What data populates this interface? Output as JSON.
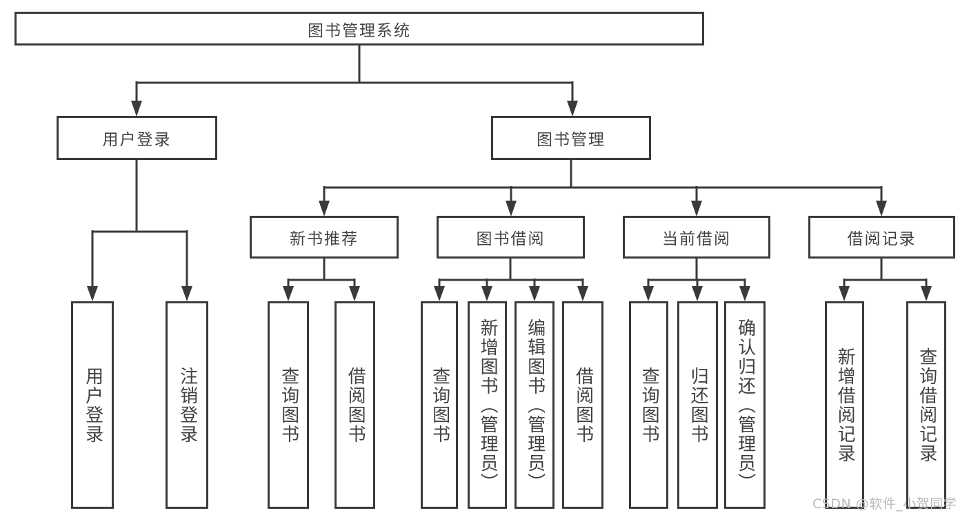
{
  "colors": {
    "line": "#3a3a3a",
    "text": "#424242",
    "box_bg": "#ffffff",
    "page_bg": "#ffffff",
    "watermark": "#b9b9b9"
  },
  "watermark": {
    "text": "CSDN @软件_小贺同学"
  },
  "tree": {
    "root": "图书管理系统",
    "branches": [
      {
        "label": "用户登录",
        "children": [
          "用户登录",
          "注销登录"
        ]
      },
      {
        "label": "图书管理",
        "sub": [
          {
            "label": "新书推荐",
            "children": [
              "查询图书",
              "借阅图书"
            ]
          },
          {
            "label": "图书借阅",
            "children": [
              "查询图书",
              "新增图书（管理员）",
              "编辑图书（管理员）",
              "借阅图书"
            ]
          },
          {
            "label": "当前借阅",
            "children": [
              "查询图书",
              "归还图书",
              "确认归还（管理员）"
            ]
          },
          {
            "label": "借阅记录",
            "children": [
              "新增借阅记录",
              "查询借阅记录"
            ]
          }
        ]
      }
    ]
  }
}
